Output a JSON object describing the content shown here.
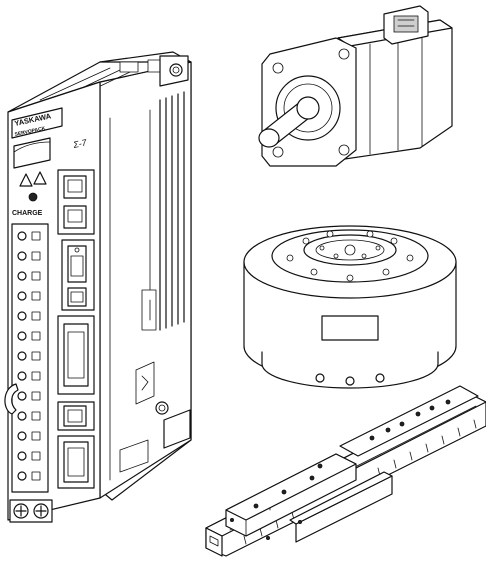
{
  "servopack": {
    "brand": "YASKAWA",
    "model_badge": "SERVOPACK",
    "series_mark": "Σ-7",
    "charge_label": "CHARGE"
  },
  "colors": {
    "line": "#111111",
    "background": "#ffffff"
  }
}
